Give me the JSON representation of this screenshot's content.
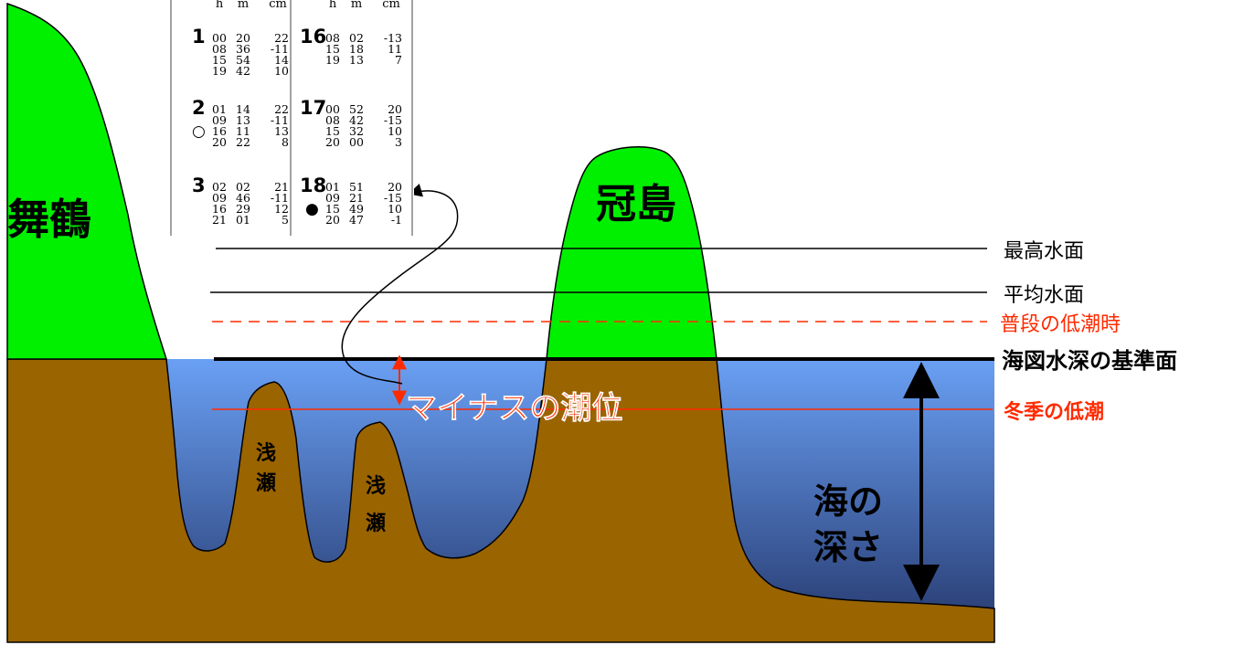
{
  "colors": {
    "land": "#00f000",
    "seabed": "#9a6400",
    "water_top": "#6aa0f4",
    "water_bottom": "#24366a",
    "accent_red": "#ff2a00",
    "line_black": "#000000"
  },
  "places": {
    "maizuru": "舞鶴",
    "kanmurijima": "冠島"
  },
  "shoals": [
    "浅\n瀬",
    "浅\n瀬"
  ],
  "levels": {
    "highest": "最高水面",
    "mean": "平均水面",
    "normal_low": "普段の低潮時",
    "chart_datum": "海図水深の基準面",
    "winter_low": "冬季の低潮"
  },
  "annotations": {
    "minus_tide": "マイナスの潮位",
    "sea_depth_line1": "海の",
    "sea_depth_line2": "深さ"
  },
  "tide_table": {
    "header": [
      "h",
      "m",
      "cm"
    ],
    "left": [
      {
        "day": "1",
        "moon": "",
        "rows": [
          [
            "00",
            "20",
            "22"
          ],
          [
            "08",
            "36",
            "-11"
          ],
          [
            "15",
            "54",
            "14"
          ],
          [
            "19",
            "42",
            "10"
          ]
        ]
      },
      {
        "day": "2",
        "moon": "○",
        "rows": [
          [
            "01",
            "14",
            "22"
          ],
          [
            "09",
            "13",
            "-11"
          ],
          [
            "16",
            "11",
            "13"
          ],
          [
            "20",
            "22",
            "8"
          ]
        ]
      },
      {
        "day": "3",
        "moon": "",
        "rows": [
          [
            "02",
            "02",
            "21"
          ],
          [
            "09",
            "46",
            "-11"
          ],
          [
            "16",
            "29",
            "12"
          ],
          [
            "21",
            "01",
            "5"
          ]
        ]
      }
    ],
    "right": [
      {
        "day": "16",
        "moon": "",
        "rows": [
          [
            "08",
            "02",
            "-13"
          ],
          [
            "15",
            "18",
            "11"
          ],
          [
            "19",
            "13",
            "7"
          ]
        ]
      },
      {
        "day": "17",
        "moon": "",
        "rows": [
          [
            "00",
            "52",
            "20"
          ],
          [
            "08",
            "42",
            "-15"
          ],
          [
            "15",
            "32",
            "10"
          ],
          [
            "20",
            "00",
            "3"
          ]
        ]
      },
      {
        "day": "18",
        "moon": "●",
        "rows": [
          [
            "01",
            "51",
            "20"
          ],
          [
            "09",
            "21",
            "-15"
          ],
          [
            "15",
            "49",
            "10"
          ],
          [
            "20",
            "47",
            "-1"
          ]
        ]
      }
    ]
  }
}
